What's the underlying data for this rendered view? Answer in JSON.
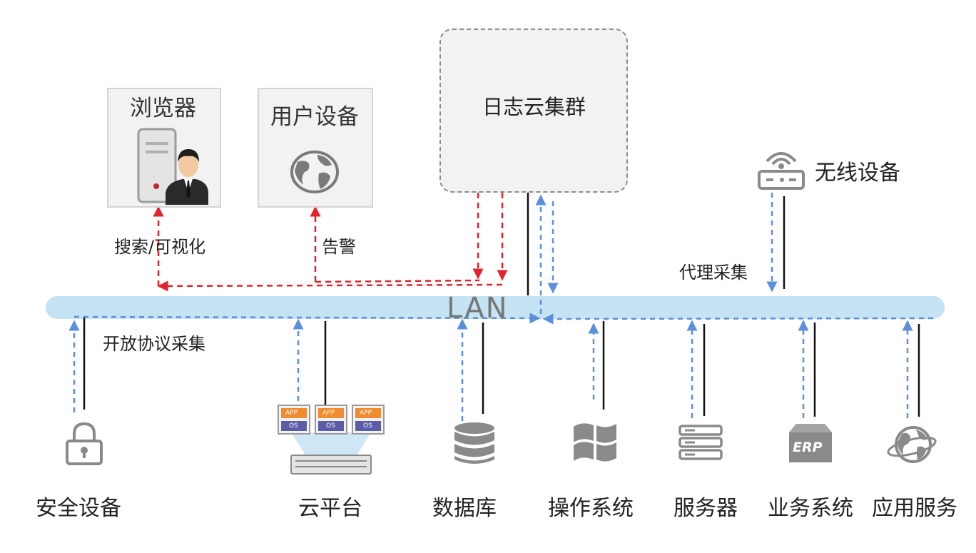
{
  "diagram": {
    "lan_label": "LAN",
    "cluster": {
      "label": "日志云集群"
    },
    "boxes": {
      "browser": {
        "label": "浏览器",
        "icon": "server-user-icon"
      },
      "user_device": {
        "label": "用户设备",
        "icon": "globe-icon"
      }
    },
    "edge_labels": {
      "search": "搜索/可视化",
      "alert": "告警",
      "open_protocol": "开放协议采集",
      "agent": "代理采集"
    },
    "wireless": {
      "label": "无线设备",
      "icon": "wifi-router-icon"
    },
    "nodes": [
      {
        "label": "安全设备",
        "icon": "lock-icon"
      },
      {
        "label": "云平台",
        "icon": "cloud-platform-icon",
        "app_text": "APP",
        "os_text": "OS"
      },
      {
        "label": "数据库",
        "icon": "database-icon"
      },
      {
        "label": "操作系统",
        "icon": "windows-icon"
      },
      {
        "label": "服务器",
        "icon": "server-rack-icon"
      },
      {
        "label": "业务系统",
        "icon": "erp-icon",
        "icon_text": "ERP"
      },
      {
        "label": "应用服务",
        "icon": "globe-network-icon"
      }
    ],
    "colors": {
      "lan": "#c6e3f3",
      "red_flow": "#e0242f",
      "blue_flow": "#5b8fde",
      "black_link": "#111111",
      "icon_gray": "#8a8a8a"
    }
  }
}
